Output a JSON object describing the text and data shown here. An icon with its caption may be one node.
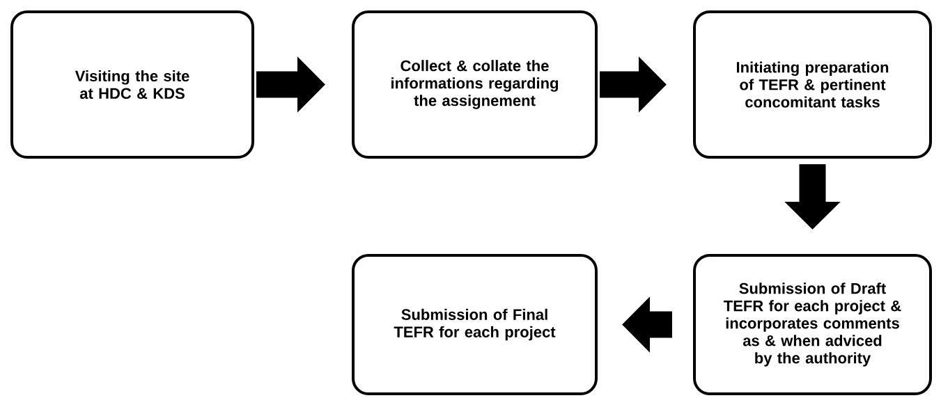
{
  "diagram": {
    "nodes": [
      {
        "text": [
          "Visiting the site at HDC & KDS"
        ]
      },
      {
        "text": [
          "Collect & collate the informations regarding the assignement"
        ]
      },
      {
        "text": [
          "Initiating preparation of TEFR & pertinent concomitant tasks"
        ]
      },
      {
        "text": [
          "Submission of Draft TEFR for each project & incorporates comments as & when adviced by the authority"
        ]
      },
      {
        "text": [
          "Submission of Final TEFR for each project"
        ]
      }
    ],
    "edges": [
      {
        "from": 0,
        "to": 1,
        "arrow": "to"
      },
      {
        "from": 1,
        "to": 2,
        "arrow": "to"
      },
      {
        "from": 2,
        "to": 3,
        "arrow": "to"
      },
      {
        "from": 3,
        "to": 4,
        "arrow": "to"
      }
    ]
  }
}
